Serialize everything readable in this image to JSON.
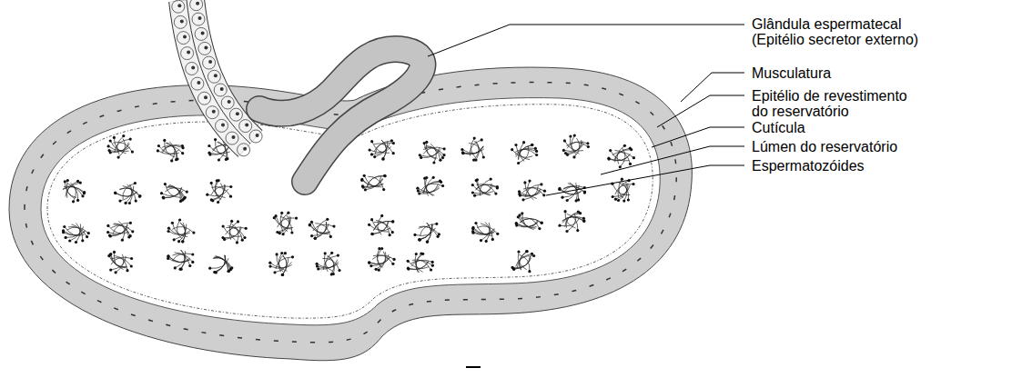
{
  "diagram": {
    "labels": [
      "Glândula espermatecal (Epitélio secretor externo)",
      "Musculatura",
      "Epitélio de revestimento do reservatório",
      "Cutícula",
      "Lúmen do reservatório",
      "Espermatozóides"
    ]
  }
}
